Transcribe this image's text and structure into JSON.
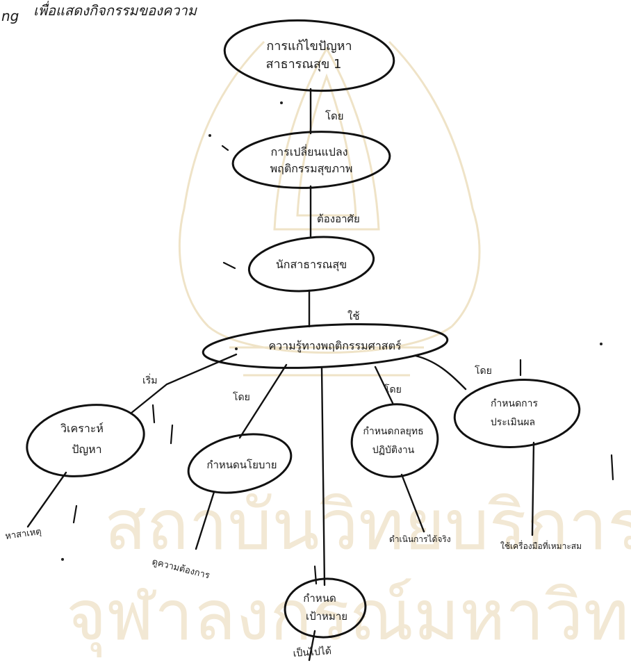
{
  "header_text": "เพื่อแสดงกิจกรรมของความ",
  "header_prefix": "ng",
  "nodes": {
    "root": {
      "line1": "การแก้ไขปัญหา",
      "line2": "สาธารณสุข 1"
    },
    "behavior": {
      "line1": "การเปลี่ยนแปลง",
      "line2": "พฤติกรรมสุขภาพ"
    },
    "expert": {
      "line1": "นักสาธารณสุข"
    },
    "knowledge": {
      "line1": "ความรู้ทางพฤติกรรมศาสตร์"
    },
    "analyze": {
      "line1": "วิเคราะห์",
      "line2": "ปัญหา"
    },
    "plan": {
      "line1": "กำหนดนโยบาย"
    },
    "goal": {
      "line1": "กำหนด",
      "line2": "เป้าหมาย"
    },
    "practice": {
      "line1": "กำหนดกลยุทธ",
      "line2": "ปฏิบัติงาน"
    },
    "evaluate": {
      "line1": "กำหนดการ",
      "line2": "ประเมินผล"
    }
  },
  "edge_labels": {
    "root_behavior": "โดย",
    "behavior_expert": "ต้องอาศัย",
    "expert_knowledge": "ใช้",
    "to_analyze": "เริ่ม",
    "to_plan": "โดย",
    "to_practice": "โดย",
    "to_evaluate": "โดย"
  },
  "leaf_notes": {
    "analyze": "หาสาเหตุ",
    "plan": "ดูความต้องการ",
    "goal": "เป็นไปได้",
    "practice": "ดำเนินการได้จริง",
    "evaluate": "ใช้เครื่องมือที่เหมาะสม"
  },
  "watermark": {
    "line1": "สถาบันวิทยบริการ",
    "line2": "จุฬาลงกรณ์มหาวิทยาลัย"
  },
  "colors": {
    "ink": "#111111",
    "watermark": "#f2e8d4"
  }
}
